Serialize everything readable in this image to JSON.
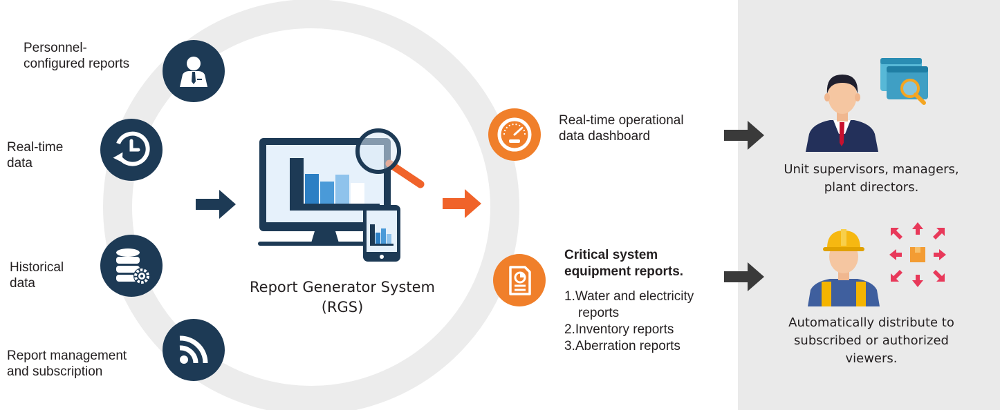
{
  "inputs": [
    {
      "line1": "Personnel-",
      "line2": "configured reports",
      "icon": "businessman-icon"
    },
    {
      "line1": "Real-time",
      "line2": "data",
      "icon": "clock-refresh-icon"
    },
    {
      "line1": "Historical",
      "line2": "data",
      "icon": "database-gear-icon"
    },
    {
      "line1": "Report management",
      "line2": "and subscription",
      "icon": "rss-feed-icon"
    }
  ],
  "system": {
    "name": "Report Generator System",
    "abbr": "(RGS)",
    "icon": "computer-report-icon"
  },
  "outputs": {
    "dashboard": {
      "line1": "Real-time operational",
      "line2": "data dashboard",
      "icon": "speedometer-icon"
    },
    "reports": {
      "title1": "Critical system",
      "title2": "equipment reports.",
      "item1a": "1.Water and electricity",
      "item1b": "reports",
      "item2": "2.Inventory reports",
      "item3": "3.Aberration reports",
      "icon": "report-document-icon"
    }
  },
  "audiences": {
    "managers": {
      "line1": "Unit supervisors, managers,",
      "line2": "plant directors.",
      "icon": "manager-with-dashboard-icon"
    },
    "viewers": {
      "line1": "Automatically distribute to",
      "line2": "subscribed or authorized",
      "line3": "viewers.",
      "icon": "worker-distribution-icon"
    }
  },
  "colors": {
    "navy": "#1d3a55",
    "orange": "#f07f2a",
    "arrow_dark": "#3a3a3a",
    "panel": "#eaeaea"
  }
}
